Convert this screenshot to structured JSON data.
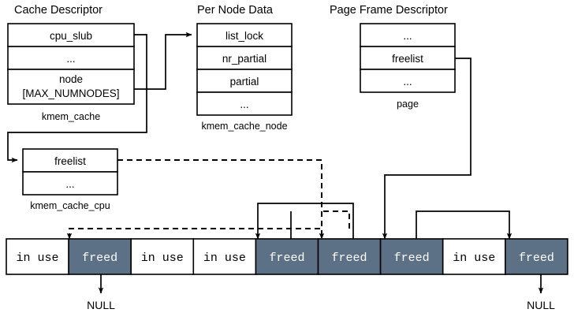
{
  "diagram": {
    "title_cache": "Cache Descriptor",
    "title_node": "Per Node Data",
    "title_page": "Page Frame Descriptor",
    "structs": {
      "kmem_cache": {
        "caption": "kmem_cache",
        "fields": [
          "cpu_slub",
          "...",
          "node\n[MAX_NUMNODES]"
        ],
        "field0": "cpu_slub",
        "field1": "...",
        "field2a": "node",
        "field2b": "[MAX_NUMNODES]"
      },
      "kmem_cache_node": {
        "caption": "kmem_cache_node",
        "field0": "list_lock",
        "field1": "nr_partial",
        "field2": "partial",
        "field3": "..."
      },
      "page": {
        "caption": "page",
        "field0": "...",
        "field1": "freelist",
        "field2": "..."
      },
      "kmem_cache_cpu": {
        "caption": "kmem_cache_cpu",
        "field0": "freelist",
        "field1": "..."
      }
    },
    "slab": {
      "cells": [
        {
          "label": "in use",
          "state": "in-use"
        },
        {
          "label": "freed",
          "state": "freed"
        },
        {
          "label": "in use",
          "state": "in-use"
        },
        {
          "label": "in use",
          "state": "in-use"
        },
        {
          "label": "freed",
          "state": "freed"
        },
        {
          "label": "freed",
          "state": "freed"
        },
        {
          "label": "freed",
          "state": "freed"
        },
        {
          "label": "in use",
          "state": "in-use"
        },
        {
          "label": "freed",
          "state": "freed"
        }
      ],
      "null_left": "NULL",
      "null_right": "NULL"
    },
    "colors": {
      "freed_fill": "#5d7186",
      "in_use_fill": "#ffffff",
      "stroke": "#000000",
      "background": "#ffffff"
    }
  }
}
